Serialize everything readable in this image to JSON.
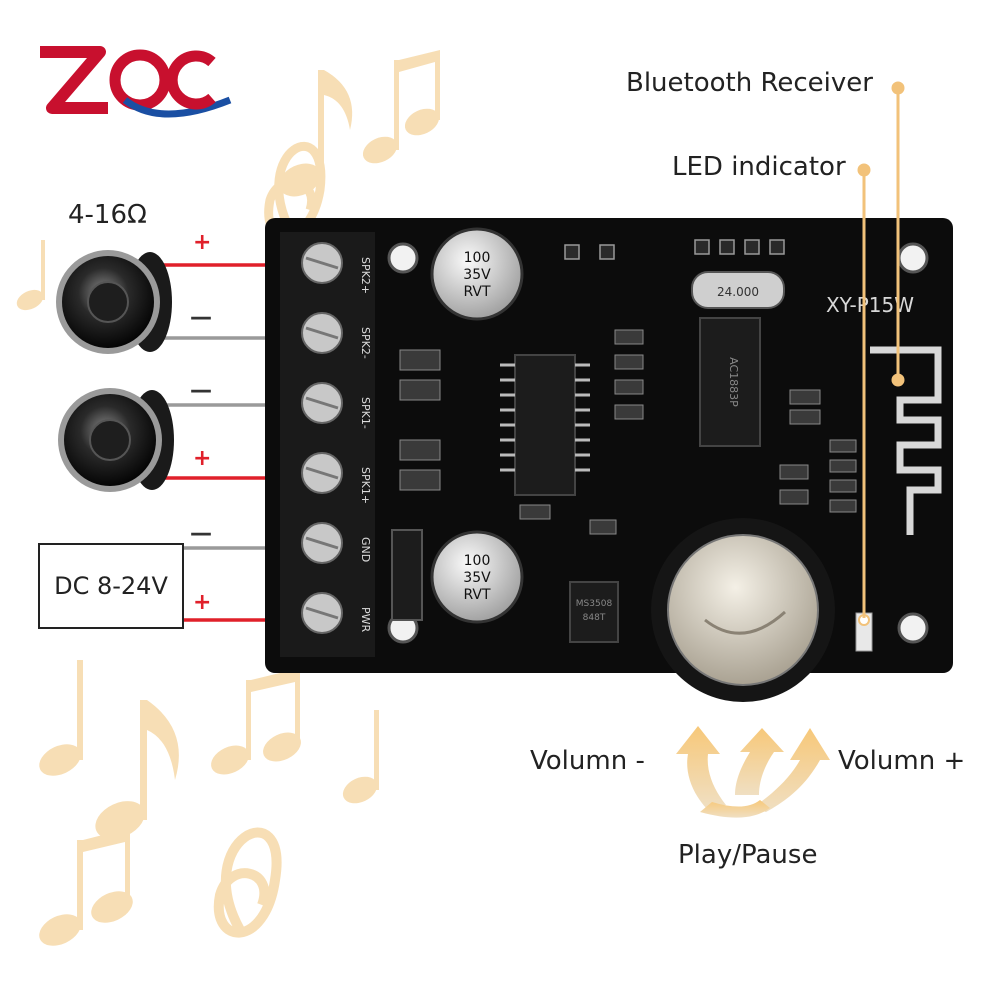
{
  "logo": {
    "text": "ZQC",
    "colors": {
      "red": "#c8102e",
      "blue": "#1a4fa3"
    }
  },
  "labels": {
    "bluetooth_receiver": "Bluetooth Receiver",
    "led_indicator": "LED indicator",
    "impedance": "4-16Ω",
    "power_input": "DC 8-24V",
    "volume_down": "Volumn -",
    "volume_up": "Volumn +",
    "play_pause": "Play/Pause"
  },
  "signs": {
    "plus": "+",
    "minus": "—"
  },
  "board": {
    "model": "XY-P15W",
    "terminals": [
      "SPK2+",
      "SPK2-",
      "SPK1-",
      "SPK1+",
      "GND",
      "PWR"
    ],
    "capacitor_top": [
      "100",
      "35V",
      "RVT"
    ],
    "capacitor_bottom": [
      "100",
      "35V",
      "RVT"
    ],
    "crystal": "24.000",
    "chip_main": "AC1883P",
    "chip_regulator": "MS3508",
    "chip_regulator_sub": "848T"
  },
  "colors": {
    "accent": "#f2c27a",
    "wire_red": "#e0202a",
    "wire_gray": "#9a9a9a",
    "pcb": "#0c0c0c",
    "notes": "#f6d9a8"
  },
  "icons": {
    "speakers": [
      "speaker-icon",
      "speaker-icon"
    ],
    "arrows": "triple-arrow-icon",
    "notes": "music-note-icon"
  }
}
